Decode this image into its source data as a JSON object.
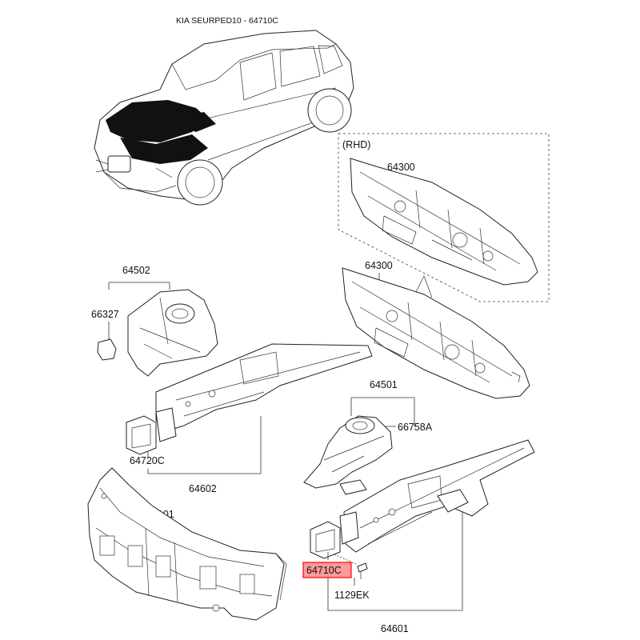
{
  "title": "KIA SEURPED10 - 64710C",
  "highlight_color": "#ff0000",
  "highlight_fill": "#ff9a9a",
  "labels": {
    "rhd": "(RHD)",
    "p64300_rhd": "64300",
    "p64300": "64300",
    "p64502": "64502",
    "p66327": "66327",
    "p64720c": "64720C",
    "p64602": "64602",
    "p64101": "64101",
    "p64501": "64501",
    "p66758a": "66758A",
    "p64710c": "64710C",
    "p1129ek": "1129EK",
    "p64601": "64601"
  }
}
